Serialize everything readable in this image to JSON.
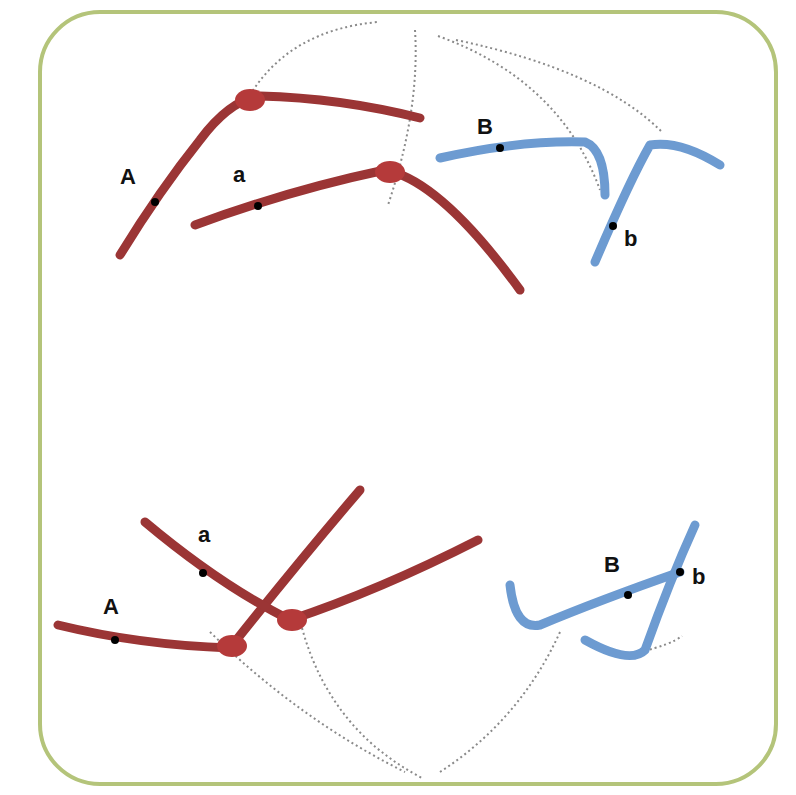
{
  "diagram": {
    "labels": [
      "A",
      "a",
      "B",
      "b",
      "a",
      "A",
      "B",
      "b"
    ]
  }
}
